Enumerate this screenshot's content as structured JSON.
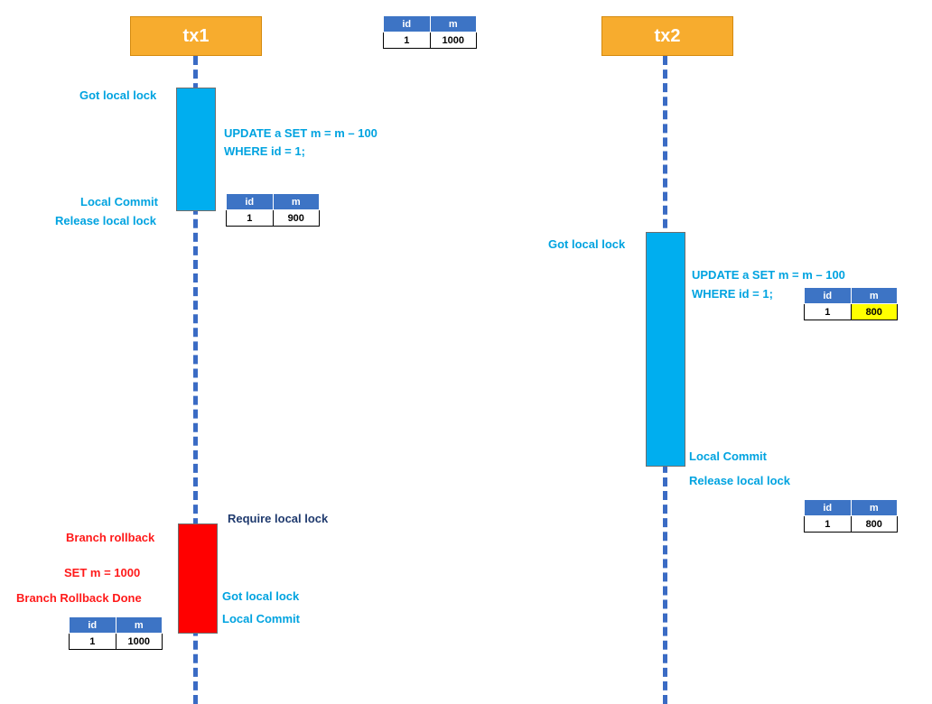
{
  "transactions": {
    "tx1": {
      "label": "tx1"
    },
    "tx2": {
      "label": "tx2"
    }
  },
  "tables": {
    "initial": {
      "cols": [
        "id",
        "m"
      ],
      "row": [
        "1",
        "1000"
      ]
    },
    "after_tx1_commit": {
      "cols": [
        "id",
        "m"
      ],
      "row": [
        "1",
        "900"
      ]
    },
    "tx2_update": {
      "cols": [
        "id",
        "m"
      ],
      "row": [
        "1",
        "800"
      ],
      "highlight": true
    },
    "after_tx2_commit": {
      "cols": [
        "id",
        "m"
      ],
      "row": [
        "1",
        "800"
      ]
    },
    "after_rollback": {
      "cols": [
        "id",
        "m"
      ],
      "row": [
        "1",
        "1000"
      ]
    }
  },
  "labels": {
    "tx1_got_lock": "Got local lock",
    "tx1_sql_line1": "UPDATE a SET m = m – 100",
    "tx1_sql_line2": "WHERE id = 1;",
    "tx1_local_commit": "Local Commit",
    "tx1_release_lock": "Release local lock",
    "tx2_got_lock": "Got local lock",
    "tx2_sql_line1": "UPDATE a SET m = m – 100",
    "tx2_sql_line2": "WHERE id = 1;",
    "tx2_local_commit": "Local Commit",
    "tx2_release_lock": "Release local lock",
    "require_lock": "Require local lock",
    "branch_rollback": "Branch rollback",
    "set_m": "SET m = 1000",
    "rollback_done": "Branch Rollback Done",
    "rb_got_lock": "Got local lock",
    "rb_local_commit": "Local Commit"
  },
  "colors": {
    "header": "#f7ac2e",
    "activation_blue": "#00aeef",
    "activation_red": "#ff0000",
    "lifeline": "#3a6bc4",
    "table_header": "#3d74c5",
    "highlight": "#ffff00"
  }
}
